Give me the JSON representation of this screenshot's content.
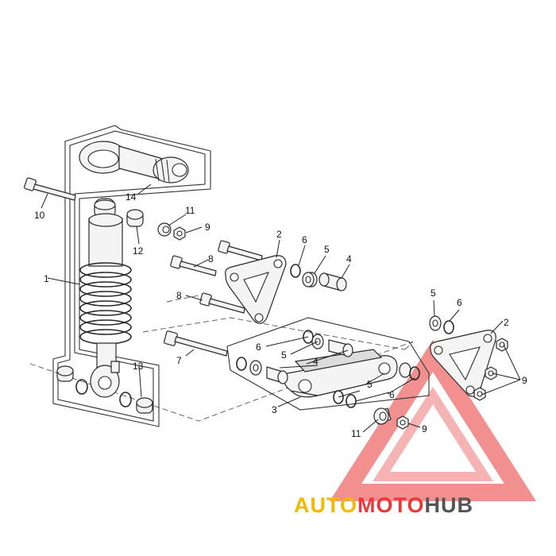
{
  "callouts": {
    "c1": "1",
    "c2a": "2",
    "c2b": "2",
    "c3": "3",
    "c4a": "4",
    "c4b": "4",
    "c5a": "5",
    "c5b": "5",
    "c5c": "5",
    "c5d": "5",
    "c6a": "6",
    "c6b": "6",
    "c6c": "6",
    "c6d": "6",
    "c7": "7",
    "c8a": "8",
    "c8b": "8",
    "c9a": "9",
    "c9b": "9",
    "c9c": "9",
    "c10": "10",
    "c11a": "11",
    "c11b": "11",
    "c12": "12",
    "c13": "13",
    "c14": "14"
  },
  "watermark": {
    "part1": "AUTO",
    "part2": "MOTO",
    "part3": "HUB",
    "colors": {
      "auto": "#f5b800",
      "moto": "#e8383b",
      "hub": "#555555",
      "triangle": "#f08080"
    }
  }
}
